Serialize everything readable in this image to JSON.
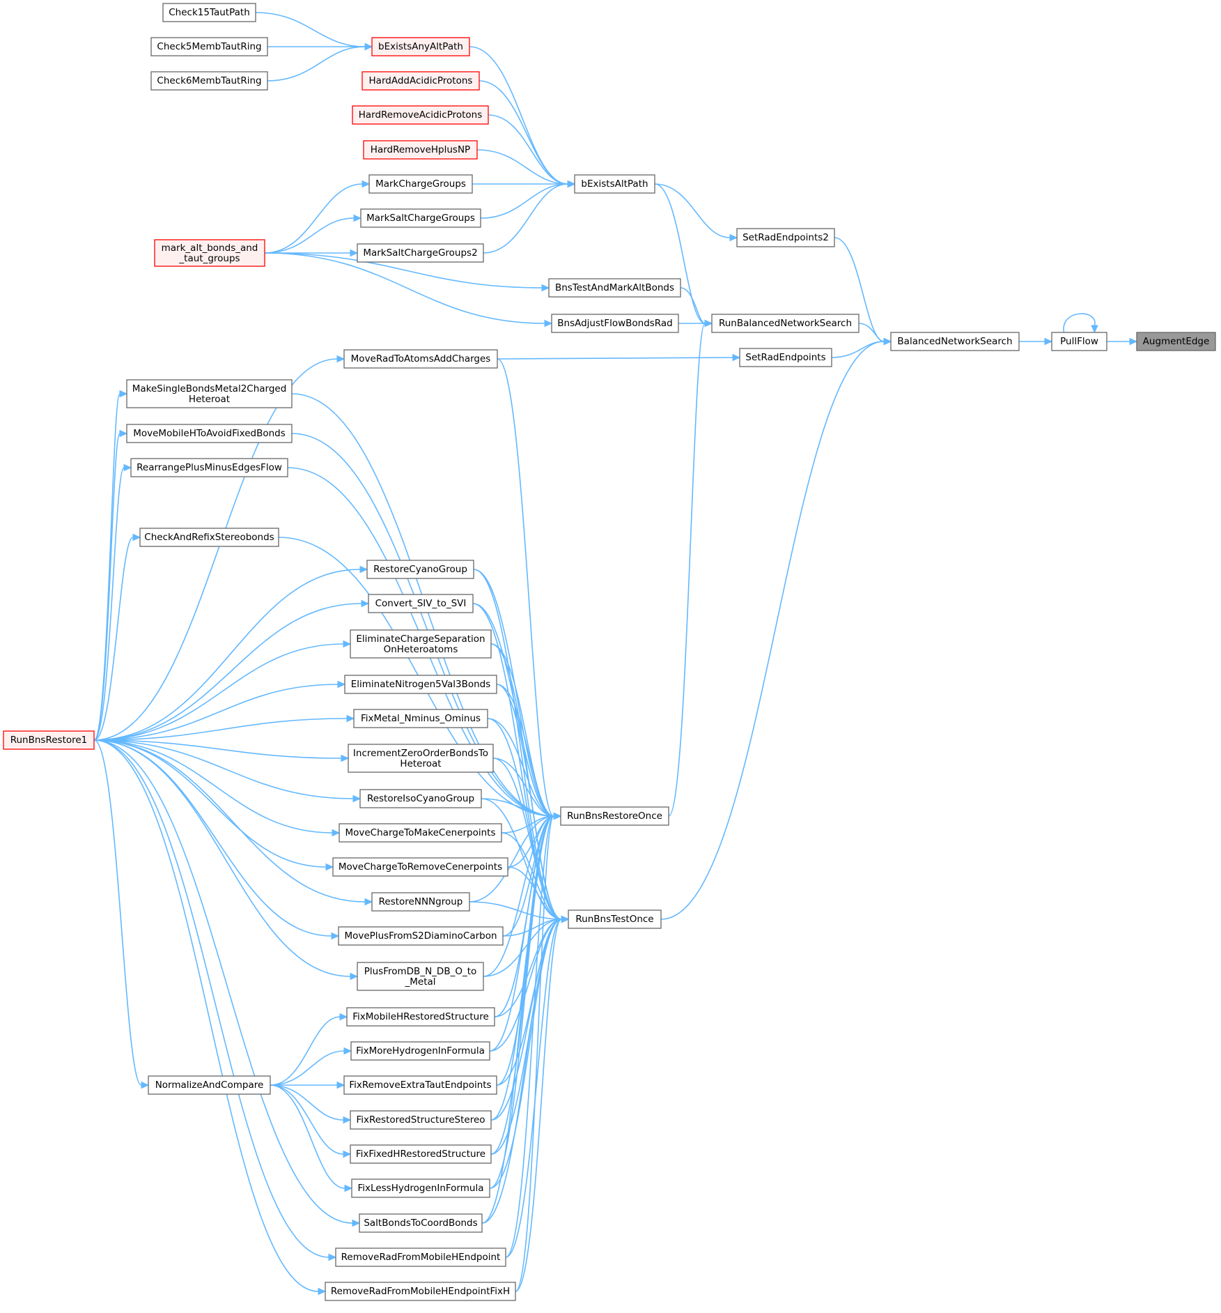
{
  "colors": {
    "edge": "#63b8ff",
    "node_border": "#666666",
    "highlight_border": "#ff0000",
    "highlight_fill": "#fff0f0",
    "focus_fill": "#999999"
  },
  "nodes": {
    "AugmentEdge": [
      "AugmentEdge"
    ],
    "PullFlow": [
      "PullFlow"
    ],
    "BalancedNetworkSearch": [
      "BalancedNetworkSearch"
    ],
    "SetRadEndpoints2": [
      "SetRadEndpoints2"
    ],
    "RunBalancedNetworkSearch": [
      "RunBalancedNetworkSearch"
    ],
    "SetRadEndpoints": [
      "SetRadEndpoints"
    ],
    "RunBnsTestOnce": [
      "RunBnsTestOnce"
    ],
    "bExistsAltPath": [
      "bExistsAltPath"
    ],
    "BnsTestAndMarkAltBonds": [
      "BnsTestAndMarkAltBonds"
    ],
    "BnsAdjustFlowBondsRad": [
      "BnsAdjustFlowBondsRad"
    ],
    "RunBnsRestoreOnce": [
      "RunBnsRestoreOnce"
    ],
    "bExistsAnyAltPath": [
      "bExistsAnyAltPath"
    ],
    "HardAddAcidicProtons": [
      "HardAddAcidicProtons"
    ],
    "HardRemoveAcidicProtons": [
      "HardRemoveAcidicProtons"
    ],
    "HardRemoveHplusNP": [
      "HardRemoveHplusNP"
    ],
    "MarkChargeGroups": [
      "MarkChargeGroups"
    ],
    "MarkSaltChargeGroups": [
      "MarkSaltChargeGroups"
    ],
    "MarkSaltChargeGroups2": [
      "MarkSaltChargeGroups2"
    ],
    "MoveRadToAtomsAddCharges": [
      "MoveRadToAtomsAddCharges"
    ],
    "Check15TautPath": [
      "Check15TautPath"
    ],
    "Check5MembTautRing": [
      "Check5MembTautRing"
    ],
    "Check6MembTautRing": [
      "Check6MembTautRing"
    ],
    "mark_alt_bonds": [
      "mark_alt_bonds_and",
      "_taut_groups"
    ],
    "MakeSingleBondsMetal2Charged": [
      "MakeSingleBondsMetal2Charged",
      "Heteroat"
    ],
    "MoveMobileHToAvoidFixedBonds": [
      "MoveMobileHToAvoidFixedBonds"
    ],
    "RearrangePlusMinusEdgesFlow": [
      "RearrangePlusMinusEdgesFlow"
    ],
    "CheckAndRefixStereobonds": [
      "CheckAndRefixStereobonds"
    ],
    "RestoreCyanoGroup": [
      "RestoreCyanoGroup"
    ],
    "Convert_SIV_to_SVI": [
      "Convert_SIV_to_SVI"
    ],
    "EliminateChargeSeparation": [
      "EliminateChargeSeparation",
      "OnHeteroatoms"
    ],
    "EliminateNitrogen5Val3Bonds": [
      "EliminateNitrogen5Val3Bonds"
    ],
    "FixMetal_Nminus_Ominus": [
      "FixMetal_Nminus_Ominus"
    ],
    "IncrementZeroOrderBonds": [
      "IncrementZeroOrderBondsTo",
      "Heteroat"
    ],
    "RestoreIsoCyanoGroup": [
      "RestoreIsoCyanoGroup"
    ],
    "MoveChargeToMakeCenerpoints": [
      "MoveChargeToMakeCenerpoints"
    ],
    "MoveChargeToRemoveCenerpoints": [
      "MoveChargeToRemoveCenerpoints"
    ],
    "RestoreNNNgroup": [
      "RestoreNNNgroup"
    ],
    "MovePlusFromS2DiaminoCarbon": [
      "MovePlusFromS2DiaminoCarbon"
    ],
    "PlusFromDB_N_DB_O_to_Metal": [
      "PlusFromDB_N_DB_O_to",
      "_Metal"
    ],
    "FixMobileHRestoredStructure": [
      "FixMobileHRestoredStructure"
    ],
    "FixMoreHydrogenInFormula": [
      "FixMoreHydrogenInFormula"
    ],
    "FixRemoveExtraTautEndpoints": [
      "FixRemoveExtraTautEndpoints"
    ],
    "FixRestoredStructureStereo": [
      "FixRestoredStructureStereo"
    ],
    "FixFixedHRestoredStructure": [
      "FixFixedHRestoredStructure"
    ],
    "FixLessHydrogenInFormula": [
      "FixLessHydrogenInFormula"
    ],
    "SaltBondsToCoordBonds": [
      "SaltBondsToCoordBonds"
    ],
    "RemoveRadFromMobileHEndpoint": [
      "RemoveRadFromMobileHEndpoint"
    ],
    "RemoveRadFromMobileHEndpointFixH": [
      "RemoveRadFromMobileHEndpointFixH"
    ],
    "NormalizeAndCompare": [
      "NormalizeAndCompare"
    ],
    "RunBnsRestore1": [
      "RunBnsRestore1"
    ]
  },
  "edges": [
    [
      "PullFlow",
      "AugmentEdge"
    ],
    [
      "PullFlow",
      "PullFlow"
    ],
    [
      "BalancedNetworkSearch",
      "PullFlow"
    ],
    [
      "SetRadEndpoints2",
      "BalancedNetworkSearch"
    ],
    [
      "RunBalancedNetworkSearch",
      "BalancedNetworkSearch"
    ],
    [
      "SetRadEndpoints",
      "BalancedNetworkSearch"
    ],
    [
      "RunBnsTestOnce",
      "BalancedNetworkSearch"
    ],
    [
      "bExistsAltPath",
      "SetRadEndpoints2"
    ],
    [
      "bExistsAltPath",
      "RunBalancedNetworkSearch"
    ],
    [
      "BnsTestAndMarkAltBonds",
      "RunBalancedNetworkSearch"
    ],
    [
      "BnsAdjustFlowBondsRad",
      "RunBalancedNetworkSearch"
    ],
    [
      "RunBnsRestoreOnce",
      "RunBalancedNetworkSearch"
    ],
    [
      "MoveRadToAtomsAddCharges",
      "SetRadEndpoints"
    ],
    [
      "bExistsAnyAltPath",
      "bExistsAltPath"
    ],
    [
      "HardAddAcidicProtons",
      "bExistsAltPath"
    ],
    [
      "HardRemoveAcidicProtons",
      "bExistsAltPath"
    ],
    [
      "HardRemoveHplusNP",
      "bExistsAltPath"
    ],
    [
      "MarkChargeGroups",
      "bExistsAltPath"
    ],
    [
      "MarkSaltChargeGroups",
      "bExistsAltPath"
    ],
    [
      "MarkSaltChargeGroups2",
      "bExistsAltPath"
    ],
    [
      "Check15TautPath",
      "bExistsAnyAltPath"
    ],
    [
      "Check5MembTautRing",
      "bExistsAnyAltPath"
    ],
    [
      "Check6MembTautRing",
      "bExistsAnyAltPath"
    ],
    [
      "mark_alt_bonds",
      "MarkChargeGroups"
    ],
    [
      "mark_alt_bonds",
      "MarkSaltChargeGroups"
    ],
    [
      "mark_alt_bonds",
      "MarkSaltChargeGroups2"
    ],
    [
      "mark_alt_bonds",
      "BnsTestAndMarkAltBonds"
    ],
    [
      "mark_alt_bonds",
      "BnsAdjustFlowBondsRad"
    ],
    [
      "RunBnsRestore1",
      "MoveRadToAtomsAddCharges"
    ],
    [
      "RunBnsRestore1",
      "MakeSingleBondsMetal2Charged"
    ],
    [
      "RunBnsRestore1",
      "MoveMobileHToAvoidFixedBonds"
    ],
    [
      "RunBnsRestore1",
      "RearrangePlusMinusEdgesFlow"
    ],
    [
      "RunBnsRestore1",
      "CheckAndRefixStereobonds"
    ],
    [
      "RunBnsRestore1",
      "RestoreCyanoGroup"
    ],
    [
      "RunBnsRestore1",
      "Convert_SIV_to_SVI"
    ],
    [
      "RunBnsRestore1",
      "EliminateChargeSeparation"
    ],
    [
      "RunBnsRestore1",
      "EliminateNitrogen5Val3Bonds"
    ],
    [
      "RunBnsRestore1",
      "FixMetal_Nminus_Ominus"
    ],
    [
      "RunBnsRestore1",
      "IncrementZeroOrderBonds"
    ],
    [
      "RunBnsRestore1",
      "RestoreIsoCyanoGroup"
    ],
    [
      "RunBnsRestore1",
      "MoveChargeToMakeCenerpoints"
    ],
    [
      "RunBnsRestore1",
      "MoveChargeToRemoveCenerpoints"
    ],
    [
      "RunBnsRestore1",
      "RestoreNNNgroup"
    ],
    [
      "RunBnsRestore1",
      "MovePlusFromS2DiaminoCarbon"
    ],
    [
      "RunBnsRestore1",
      "PlusFromDB_N_DB_O_to_Metal"
    ],
    [
      "RunBnsRestore1",
      "NormalizeAndCompare"
    ],
    [
      "RunBnsRestore1",
      "RemoveRadFromMobileHEndpoint"
    ],
    [
      "RunBnsRestore1",
      "RemoveRadFromMobileHEndpointFixH"
    ],
    [
      "RunBnsRestore1",
      "SaltBondsToCoordBonds"
    ],
    [
      "NormalizeAndCompare",
      "FixMobileHRestoredStructure"
    ],
    [
      "NormalizeAndCompare",
      "FixMoreHydrogenInFormula"
    ],
    [
      "NormalizeAndCompare",
      "FixRemoveExtraTautEndpoints"
    ],
    [
      "NormalizeAndCompare",
      "FixRestoredStructureStereo"
    ],
    [
      "NormalizeAndCompare",
      "FixFixedHRestoredStructure"
    ],
    [
      "NormalizeAndCompare",
      "FixLessHydrogenInFormula"
    ],
    [
      "MoveRadToAtomsAddCharges",
      "RunBnsRestoreOnce"
    ],
    [
      "MakeSingleBondsMetal2Charged",
      "RunBnsRestoreOnce"
    ],
    [
      "MoveMobileHToAvoidFixedBonds",
      "RunBnsRestoreOnce"
    ],
    [
      "RearrangePlusMinusEdgesFlow",
      "RunBnsRestoreOnce"
    ],
    [
      "CheckAndRefixStereobonds",
      "RunBnsRestoreOnce"
    ],
    [
      "RestoreCyanoGroup",
      "RunBnsRestoreOnce"
    ],
    [
      "Convert_SIV_to_SVI",
      "RunBnsRestoreOnce"
    ],
    [
      "EliminateChargeSeparation",
      "RunBnsRestoreOnce"
    ],
    [
      "EliminateNitrogen5Val3Bonds",
      "RunBnsRestoreOnce"
    ],
    [
      "FixMetal_Nminus_Ominus",
      "RunBnsRestoreOnce"
    ],
    [
      "IncrementZeroOrderBonds",
      "RunBnsRestoreOnce"
    ],
    [
      "RestoreIsoCyanoGroup",
      "RunBnsRestoreOnce"
    ],
    [
      "MoveChargeToMakeCenerpoints",
      "RunBnsRestoreOnce"
    ],
    [
      "MoveChargeToRemoveCenerpoints",
      "RunBnsRestoreOnce"
    ],
    [
      "RestoreNNNgroup",
      "RunBnsRestoreOnce"
    ],
    [
      "MovePlusFromS2DiaminoCarbon",
      "RunBnsRestoreOnce"
    ],
    [
      "PlusFromDB_N_DB_O_to_Metal",
      "RunBnsRestoreOnce"
    ],
    [
      "FixMobileHRestoredStructure",
      "RunBnsRestoreOnce"
    ],
    [
      "FixMoreHydrogenInFormula",
      "RunBnsRestoreOnce"
    ],
    [
      "FixRemoveExtraTautEndpoints",
      "RunBnsRestoreOnce"
    ],
    [
      "FixRestoredStructureStereo",
      "RunBnsRestoreOnce"
    ],
    [
      "FixFixedHRestoredStructure",
      "RunBnsRestoreOnce"
    ],
    [
      "FixLessHydrogenInFormula",
      "RunBnsRestoreOnce"
    ],
    [
      "SaltBondsToCoordBonds",
      "RunBnsRestoreOnce"
    ],
    [
      "RemoveRadFromMobileHEndpoint",
      "RunBnsRestoreOnce"
    ],
    [
      "RemoveRadFromMobileHEndpointFixH",
      "RunBnsRestoreOnce"
    ],
    [
      "RestoreCyanoGroup",
      "RunBnsTestOnce"
    ],
    [
      "Convert_SIV_to_SVI",
      "RunBnsTestOnce"
    ],
    [
      "EliminateChargeSeparation",
      "RunBnsTestOnce"
    ],
    [
      "EliminateNitrogen5Val3Bonds",
      "RunBnsTestOnce"
    ],
    [
      "FixMetal_Nminus_Ominus",
      "RunBnsTestOnce"
    ],
    [
      "IncrementZeroOrderBonds",
      "RunBnsTestOnce"
    ],
    [
      "RestoreIsoCyanoGroup",
      "RunBnsTestOnce"
    ],
    [
      "MoveChargeToMakeCenerpoints",
      "RunBnsTestOnce"
    ],
    [
      "MoveChargeToRemoveCenerpoints",
      "RunBnsTestOnce"
    ],
    [
      "RestoreNNNgroup",
      "RunBnsTestOnce"
    ],
    [
      "MovePlusFromS2DiaminoCarbon",
      "RunBnsTestOnce"
    ],
    [
      "PlusFromDB_N_DB_O_to_Metal",
      "RunBnsTestOnce"
    ],
    [
      "FixMobileHRestoredStructure",
      "RunBnsTestOnce"
    ],
    [
      "FixMoreHydrogenInFormula",
      "RunBnsTestOnce"
    ],
    [
      "FixRemoveExtraTautEndpoints",
      "RunBnsTestOnce"
    ],
    [
      "FixRestoredStructureStereo",
      "RunBnsTestOnce"
    ],
    [
      "FixFixedHRestoredStructure",
      "RunBnsTestOnce"
    ],
    [
      "FixLessHydrogenInFormula",
      "RunBnsTestOnce"
    ],
    [
      "SaltBondsToCoordBonds",
      "RunBnsTestOnce"
    ],
    [
      "RemoveRadFromMobileHEndpoint",
      "RunBnsTestOnce"
    ],
    [
      "RemoveRadFromMobileHEndpointFixH",
      "RunBnsTestOnce"
    ]
  ]
}
